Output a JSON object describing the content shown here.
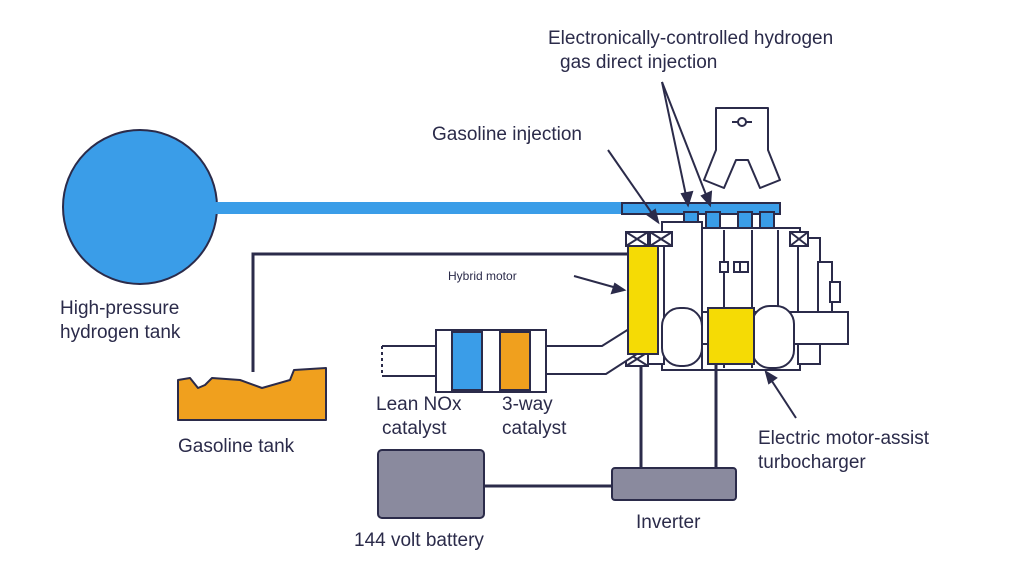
{
  "labels": {
    "h2_injection_line1": "Electronically-controlled hydrogen",
    "h2_injection_line2": "gas direct injection",
    "gasoline_injection": "Gasoline injection",
    "hybrid_motor": "Hybrid motor",
    "h2_tank_line1": "High-pressure",
    "h2_tank_line2": "hydrogen tank",
    "gasoline_tank": "Gasoline tank",
    "lean_nox_line1": "Lean NOx",
    "lean_nox_line2": "catalyst",
    "three_way_line1": "3-way",
    "three_way_line2": "catalyst",
    "turbo_line1": "Electric motor-assist",
    "turbo_line2": "turbocharger",
    "inverter": "Inverter",
    "battery": "144 volt battery"
  },
  "colors": {
    "hydrogen": "#3a9de8",
    "gasoline": "#f0a01e",
    "motor": "#f5db05",
    "battery": "#8a8a9e",
    "outline": "#2b2b4a"
  }
}
